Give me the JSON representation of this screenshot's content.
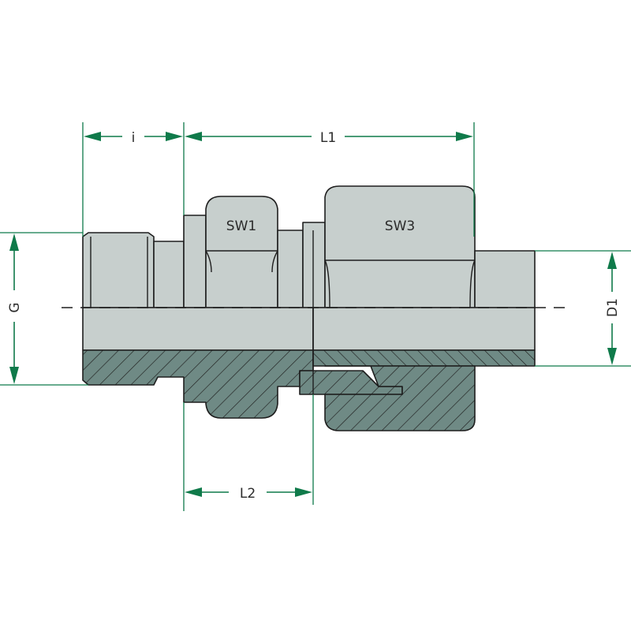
{
  "labels": {
    "i": "i",
    "l1": "L1",
    "l2": "L2",
    "g": "G",
    "d1": "D1",
    "sw1": "SW1",
    "sw3": "SW3"
  },
  "colors": {
    "dimension": "#0f7a4a",
    "body_fill": "#c7cfcd",
    "section_fill": "#6f8a85",
    "outline": "#1e1e1e"
  }
}
